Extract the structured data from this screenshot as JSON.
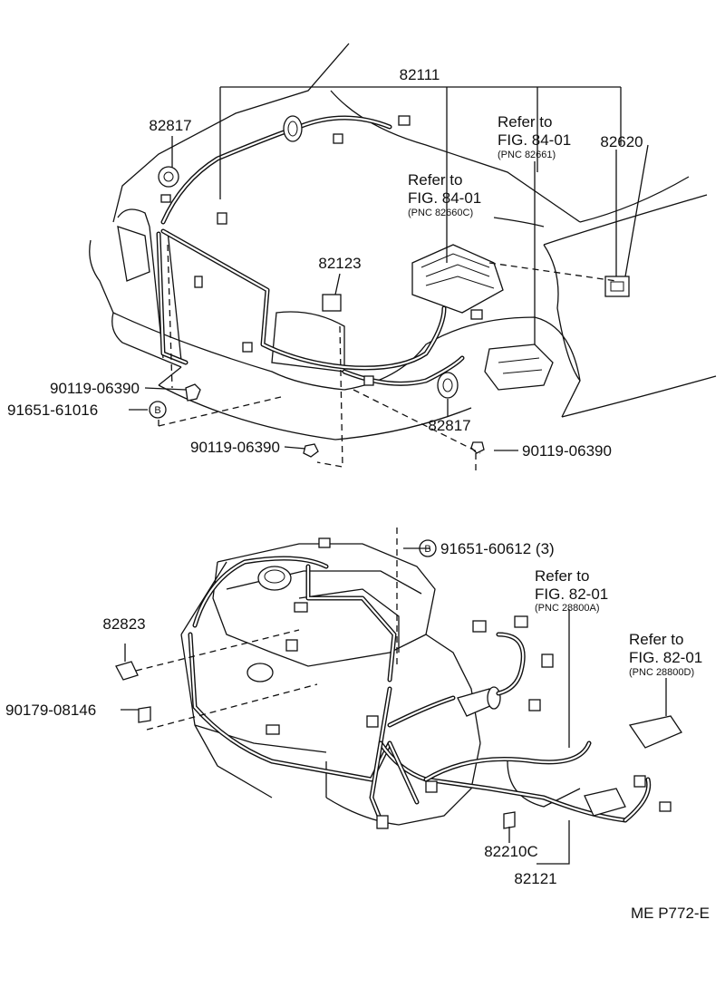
{
  "labels": {
    "p82111": "82111",
    "p82817_top": "82817",
    "p82620": "82620",
    "p82123": "82123",
    "p82817_mid": "82817",
    "p90119_a": "90119-06390",
    "p91651_a": "91651-61016",
    "p90119_b": "90119-06390",
    "p90119_c": "90119-06390",
    "p91651_b": "91651-60612 (3)",
    "p82823": "82823",
    "p90179": "90179-08146",
    "p82210c": "82210C",
    "p82121": "82121"
  },
  "refs": {
    "ref1": {
      "line1": "Refer to",
      "line2": "FIG. 84-01",
      "line3": "(PNC 82661)"
    },
    "ref2": {
      "line1": "Refer to",
      "line2": "FIG. 84-01",
      "line3": "(PNC 82660C)"
    },
    "ref3": {
      "line1": "Refer to",
      "line2": "FIG. 82-01",
      "line3": "(PNC 28800A)"
    },
    "ref4": {
      "line1": "Refer to",
      "line2": "FIG. 82-01",
      "line3": "(PNC 28800D)"
    }
  },
  "markers": {
    "b": "B"
  },
  "footer": {
    "code": "ME P772-E"
  }
}
